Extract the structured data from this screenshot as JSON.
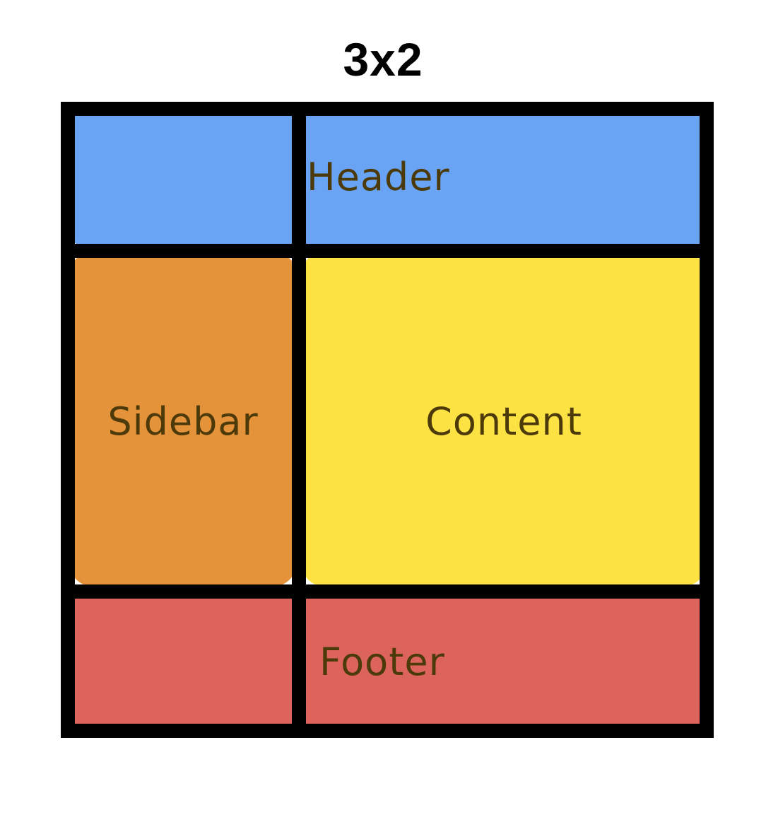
{
  "title": "3x2",
  "areas": {
    "header": {
      "label": "Header",
      "color": "#68a4f3"
    },
    "sidebar": {
      "label": "Sidebar",
      "color": "#e4933b"
    },
    "content": {
      "label": "Content",
      "color": "#fde243"
    },
    "footer": {
      "label": "Footer",
      "color": "#dc645d"
    }
  },
  "grid_line_color": "#000000"
}
